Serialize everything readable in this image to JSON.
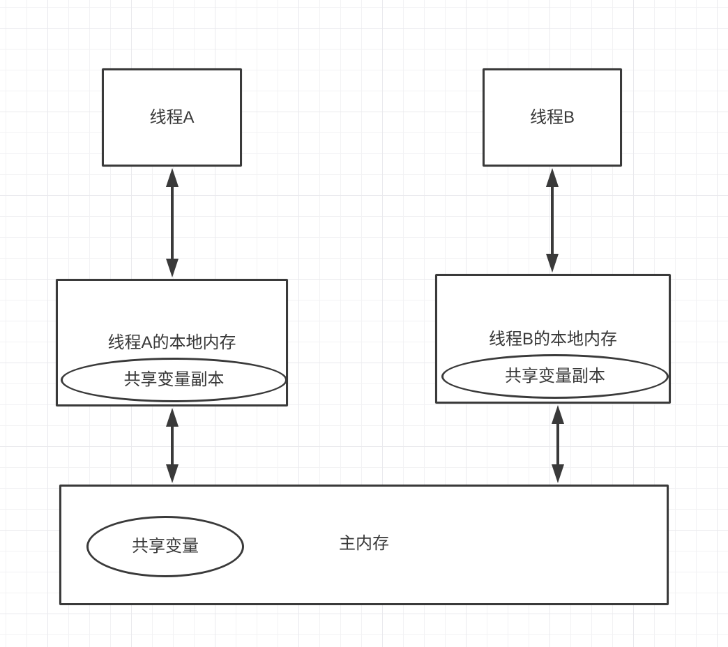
{
  "diagram": {
    "nodes": {
      "thread_a": {
        "label": "线程A"
      },
      "thread_b": {
        "label": "线程B"
      },
      "local_memory_a": {
        "label": "线程A的本地内存",
        "ellipse_label": "共享变量副本"
      },
      "local_memory_b": {
        "label": "线程B的本地内存",
        "ellipse_label": "共享变量副本"
      },
      "main_memory": {
        "label": "主内存",
        "ellipse_label": "共享变量"
      }
    },
    "connectors": [
      {
        "name": "thread-a-to-local-memory-a",
        "type": "double-headed-vertical-arrow"
      },
      {
        "name": "thread-b-to-local-memory-b",
        "type": "double-headed-vertical-arrow"
      },
      {
        "name": "local-memory-a-to-main-memory",
        "type": "double-headed-vertical-arrow"
      },
      {
        "name": "local-memory-b-to-main-memory",
        "type": "double-headed-vertical-arrow"
      }
    ],
    "colors": {
      "stroke": "#3a3a3a",
      "text": "#383838",
      "node_fill": "#ffffff",
      "grid_minor": "#f2f2f4",
      "grid_major": "#e9e9ed",
      "background": "#ffffff"
    }
  }
}
